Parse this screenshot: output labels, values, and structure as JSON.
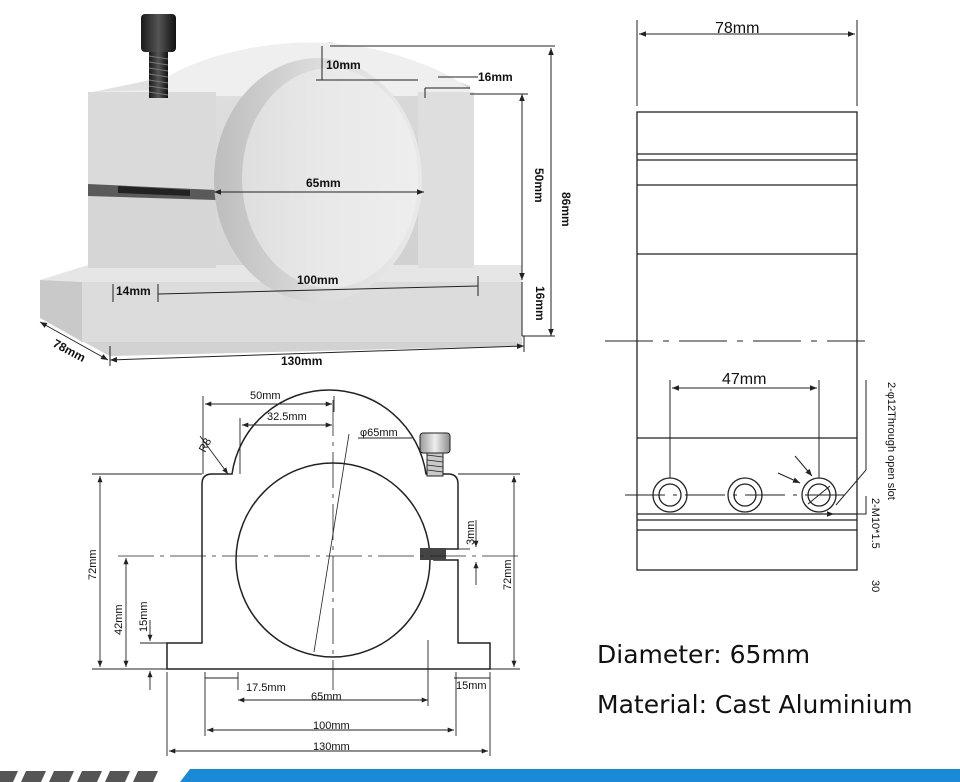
{
  "photo": {
    "dim_top_gap": "10mm",
    "dim_shoulder": "16mm",
    "dim_bore": "65mm",
    "dim_slot_height": "50mm",
    "dim_total_height": "86mm",
    "dim_edge": "14mm",
    "dim_hole_spacing": "100mm",
    "dim_base_height": "16mm",
    "dim_depth": "78mm",
    "dim_length": "130mm"
  },
  "top_view": {
    "dim_width": "78mm",
    "dim_hole_pitch": "47mm",
    "note_through_slot": "2-φ12Through open slot",
    "note_thread": "2-M10*1.5",
    "note_thread_depth": "30"
  },
  "front_view": {
    "dim_50": "50mm",
    "dim_32_5": "32.5mm",
    "dim_bore_dia": "φ65mm",
    "dim_radius": "R8",
    "dim_72_left": "72mm",
    "dim_42": "42mm",
    "dim_15_left": "15mm",
    "dim_3": "3mm",
    "dim_72_right": "72mm",
    "dim_17_5": "17.5mm",
    "dim_65": "65mm",
    "dim_15_right": "15mm",
    "dim_100": "100mm",
    "dim_130": "130mm"
  },
  "specs": {
    "diameter": "Diameter: 65mm",
    "material": "Material: Cast Aluminium"
  },
  "colors": {
    "metal": "#d6d6d6",
    "metal_light": "#ececec",
    "metal_dark": "#b5b5b5",
    "line": "#222222",
    "accent_blue": "#1a8ad6"
  }
}
